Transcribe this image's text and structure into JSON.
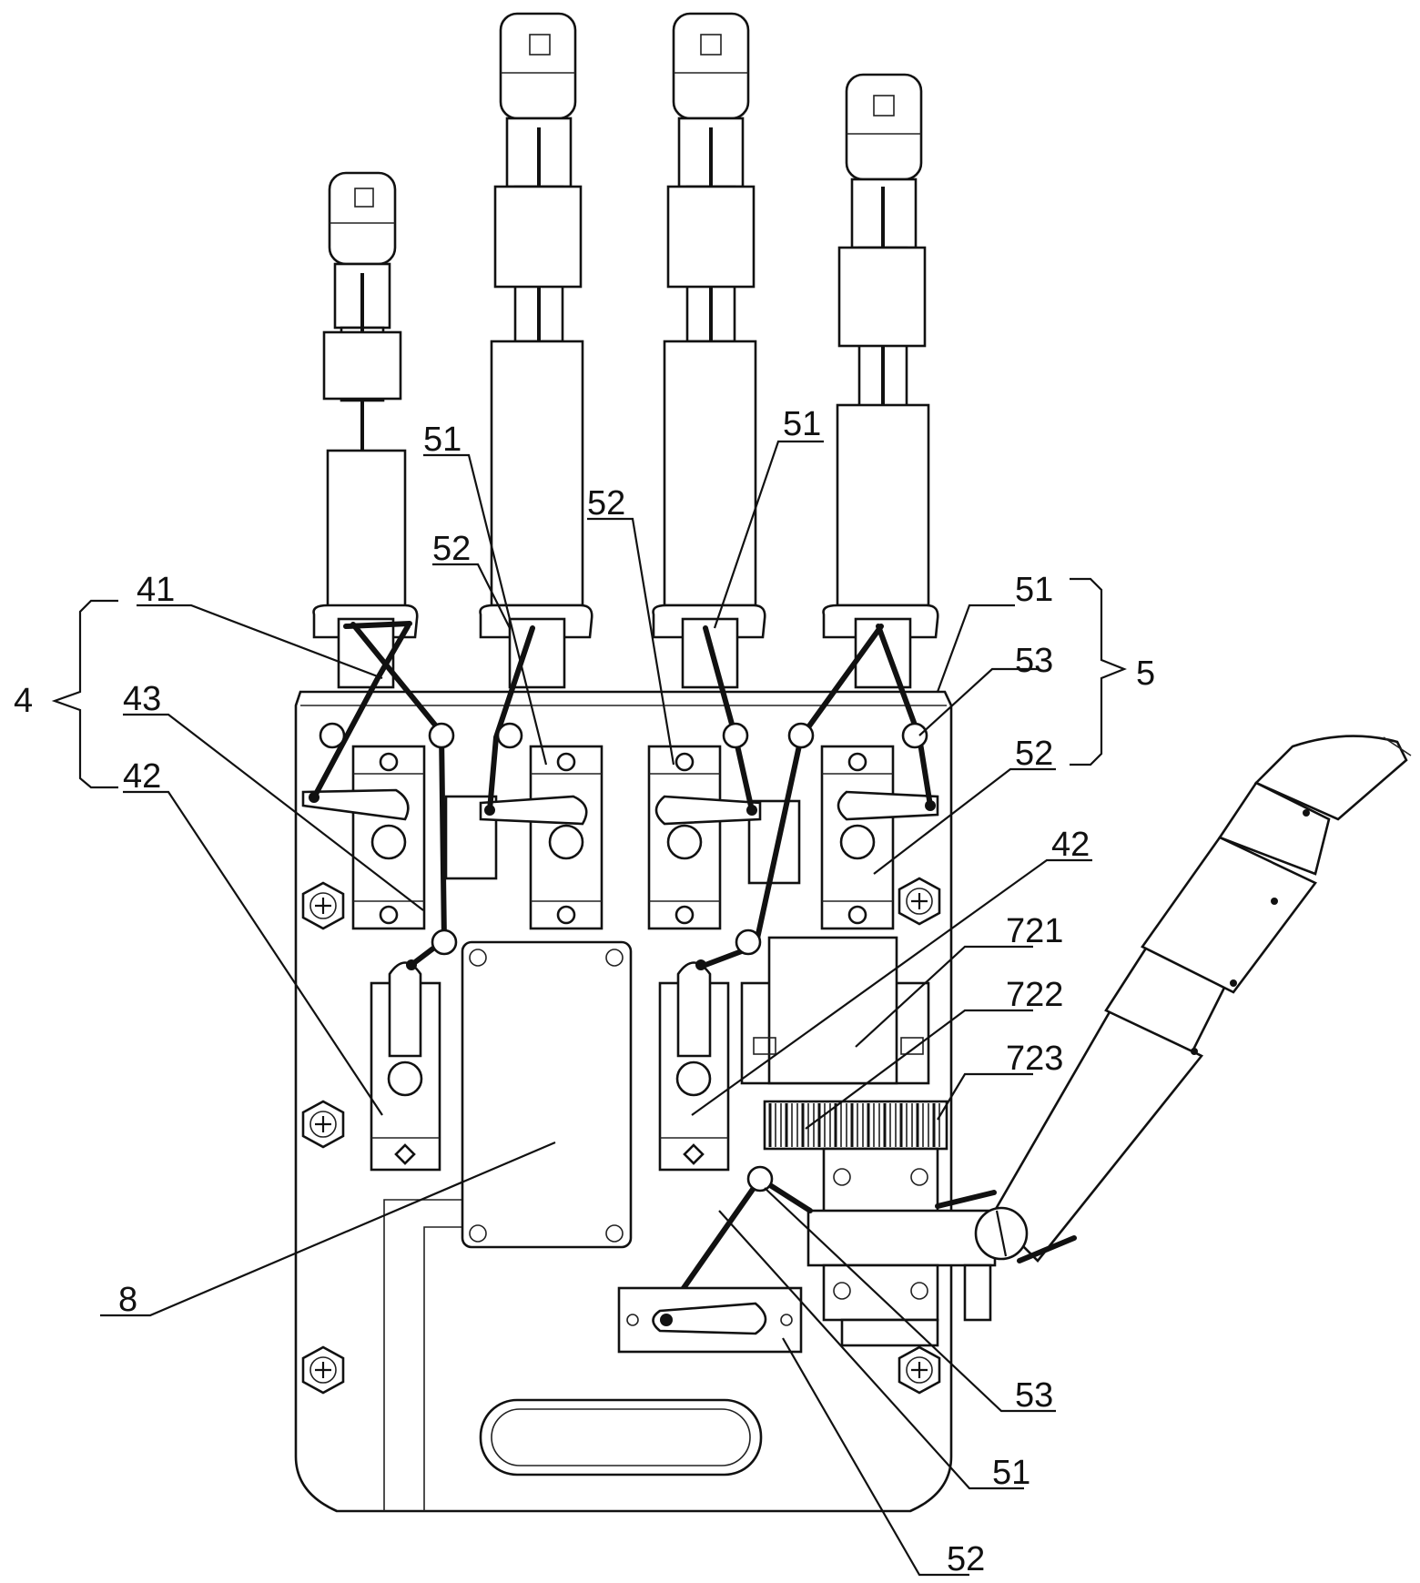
{
  "figure": {
    "labels": [
      {
        "id": "lbl-41",
        "text": "41"
      },
      {
        "id": "lbl-43",
        "text": "43"
      },
      {
        "id": "lbl-42-left",
        "text": "42"
      },
      {
        "id": "lbl-4",
        "text": "4"
      },
      {
        "id": "lbl-51-a",
        "text": "51"
      },
      {
        "id": "lbl-52-a",
        "text": "52"
      },
      {
        "id": "lbl-52-b",
        "text": "52"
      },
      {
        "id": "lbl-51-b",
        "text": "51"
      },
      {
        "id": "lbl-51-c",
        "text": "51"
      },
      {
        "id": "lbl-53-a",
        "text": "53"
      },
      {
        "id": "lbl-5",
        "text": "5"
      },
      {
        "id": "lbl-52-c",
        "text": "52"
      },
      {
        "id": "lbl-42-right",
        "text": "42"
      },
      {
        "id": "lbl-721",
        "text": "721"
      },
      {
        "id": "lbl-722",
        "text": "722"
      },
      {
        "id": "lbl-723",
        "text": "723"
      },
      {
        "id": "lbl-8",
        "text": "8"
      },
      {
        "id": "lbl-53-b",
        "text": "53"
      },
      {
        "id": "lbl-51-d",
        "text": "51"
      },
      {
        "id": "lbl-52-d",
        "text": "52"
      }
    ]
  }
}
